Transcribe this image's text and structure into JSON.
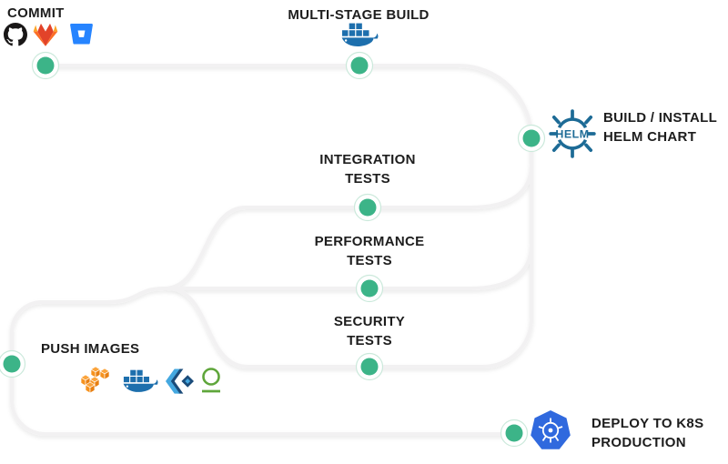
{
  "diagram_type": "ci-cd-pipeline-flow",
  "stages": {
    "commit": {
      "label": "COMMIT",
      "tools": [
        "github",
        "gitlab",
        "bitbucket"
      ]
    },
    "build": {
      "label": "MULTI-STAGE BUILD",
      "tools": [
        "docker"
      ]
    },
    "helm": {
      "line1": "BUILD / INSTALL",
      "line2": "HELM CHART",
      "tools": [
        "helm"
      ]
    },
    "integration": {
      "line1": "INTEGRATION",
      "line2": "TESTS",
      "tools": []
    },
    "performance": {
      "line1": "PERFORMANCE",
      "line2": "TESTS",
      "tools": []
    },
    "security": {
      "line1": "SECURITY",
      "line2": "TESTS",
      "tools": []
    },
    "push": {
      "label": "PUSH IMAGES",
      "tools": [
        "aws",
        "docker",
        "quay",
        "container-registry"
      ]
    },
    "deploy": {
      "line1": "DEPLOY TO K8S",
      "line2": "PRODUCTION",
      "tools": [
        "kubernetes"
      ]
    }
  },
  "icons": {
    "helm_wheel_text": "HELM"
  },
  "colors": {
    "dot": "#3CB488",
    "dot_ring": "#CBE9DB",
    "path_line": "#F2F1F2",
    "text": "#1D1D1D",
    "docker_blue": "#1D6FAD",
    "helm_blue": "#1D6B96",
    "kubernetes_blue": "#3069DE",
    "github_black": "#191717",
    "gitlab_orange": "#FC6D26",
    "bitbucket_blue": "#2684FF",
    "aws_orange": "#F6921E",
    "quay_navy": "#1B4C7A",
    "quay_light_blue": "#44A8E0",
    "registry_green": "#5FA63B"
  }
}
